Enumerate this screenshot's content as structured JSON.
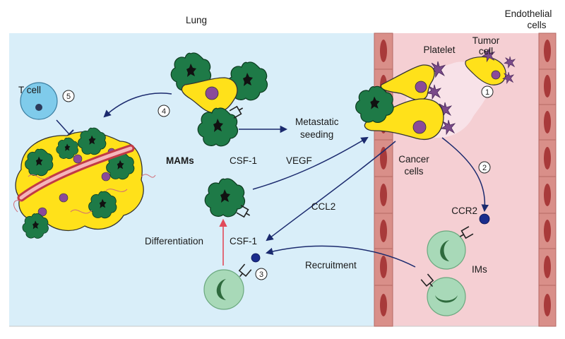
{
  "labels": {
    "lung": "Lung",
    "endothelial_line1": "Endothelial",
    "endothelial_line2": "cells",
    "tumor_line1": "Tumor",
    "tumor_line2": "cell",
    "platelet": "Platelet",
    "t_cell": "T cell",
    "metastatic_line1": "Metastatic",
    "metastatic_line2": "seeding",
    "mams": "MAMs",
    "csf1_upper": "CSF-1",
    "vegf": "VEGF",
    "cancer_line1": "Cancer",
    "cancer_line2": "cells",
    "ccl2": "CCL2",
    "ccr2": "CCR2",
    "differentiation": "Differentiation",
    "csf1_lower": "CSF-1",
    "recruitment": "Recruitment",
    "ims": "IMs"
  },
  "steps": [
    "1",
    "2",
    "3",
    "4",
    "5"
  ],
  "colors": {
    "lung_bg": "#d9eef9",
    "vessel_bg": "#f5cfd3",
    "endothelium": "#e0948e",
    "nucleus": "#a83a3a",
    "macrophage": "#1e7a47",
    "tumor": "#ffe11a",
    "tumor_nucleus": "#8a4a9a",
    "platelet": "#7a4a8a",
    "monocyte": "#a8d9b8",
    "receptor": "#1a2c8c",
    "t_cell": "#7fcbeb",
    "arrow": "#1b2a6e",
    "diff_arrow": "#e14a5a"
  }
}
